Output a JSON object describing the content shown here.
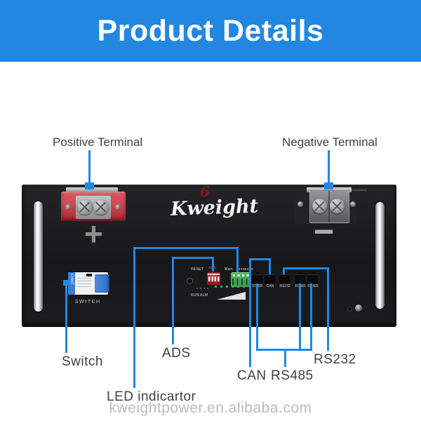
{
  "header": {
    "title": "Product Details"
  },
  "colors": {
    "header_bg": "#2287E1",
    "header_text": "#FFFFFF",
    "callout": "#1E88E8",
    "label_text": "#3F3F3F",
    "panel_bg": "#1B1B1D",
    "terminal_red": "#CC3E49",
    "connector_green": "#44A758",
    "dip_red": "#C4252F",
    "breaker_blue": "#3B7FD6",
    "brand_red": "#8A1518",
    "watermark_gray": "#BBBBBB"
  },
  "callouts": {
    "positive": "Positive Terminal",
    "negative": "Negative Terminal",
    "switch": "Switch",
    "ads": "ADS",
    "led_indicator": "LED indicartor",
    "can": "CAN",
    "rs485": "RS485",
    "rs232": "RS232"
  },
  "panel": {
    "brand": "Kweight",
    "brand_mark": "6",
    "plus_symbol": "+",
    "minus_symbol": "−",
    "breaker_brand": "CHNT",
    "switch_caption": "SWITCH",
    "reset_label": "RESET",
    "ads_label": "ADS",
    "main_connector_label": "Main connector",
    "run_alm_label": "RUN ALM",
    "port_labels": [
      "RS485",
      "CAN",
      "RS232",
      "RS485",
      "RS485"
    ]
  },
  "watermark": "kweightpower.en.alibaba.com"
}
